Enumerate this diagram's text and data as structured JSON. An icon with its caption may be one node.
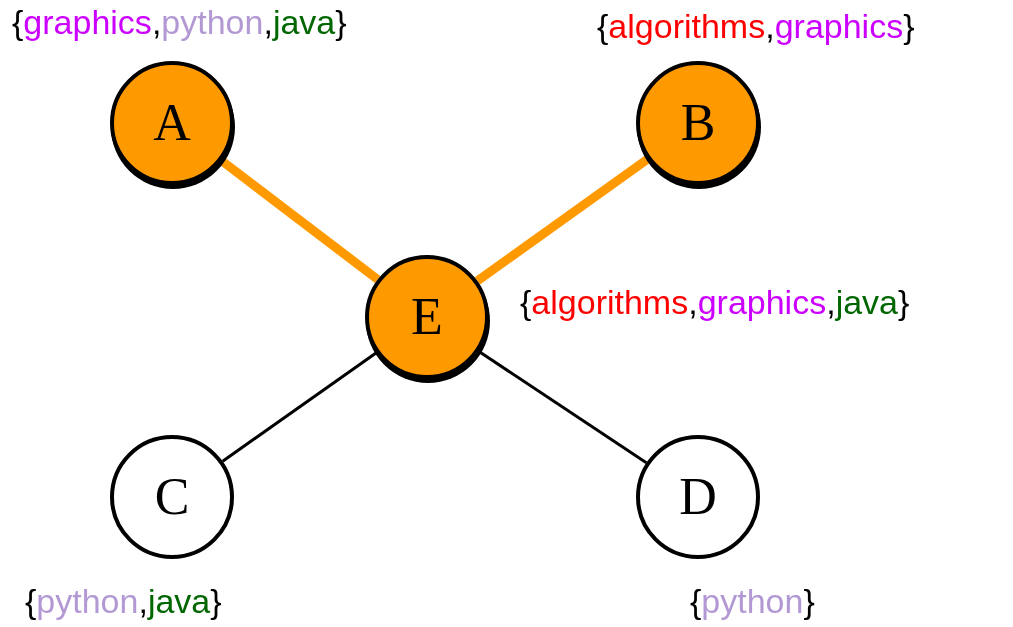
{
  "diagram": {
    "nodes": [
      {
        "text": [
          "A"
        ],
        "beside": [
          "{graphics,python,java}"
        ]
      },
      {
        "text": [
          "B"
        ],
        "beside": [
          "{algorithms,graphics}"
        ]
      },
      {
        "text": [
          "E"
        ],
        "beside": [
          "{algorithms,graphics,java}"
        ]
      },
      {
        "text": [
          "C"
        ],
        "beside": [
          "{python,java}"
        ]
      },
      {
        "text": [
          "D"
        ],
        "beside": [
          "{python}"
        ]
      }
    ],
    "edges": [
      {
        "from": 0,
        "to": 2,
        "arrow": "none",
        "style": "thick",
        "color": "#ff9900"
      },
      {
        "from": 1,
        "to": 2,
        "arrow": "none",
        "style": "thick",
        "color": "#ff9900"
      },
      {
        "from": 2,
        "to": 3,
        "arrow": "none",
        "color": "#000000"
      },
      {
        "from": 2,
        "to": 4,
        "arrow": "none",
        "color": "#000000"
      }
    ]
  }
}
